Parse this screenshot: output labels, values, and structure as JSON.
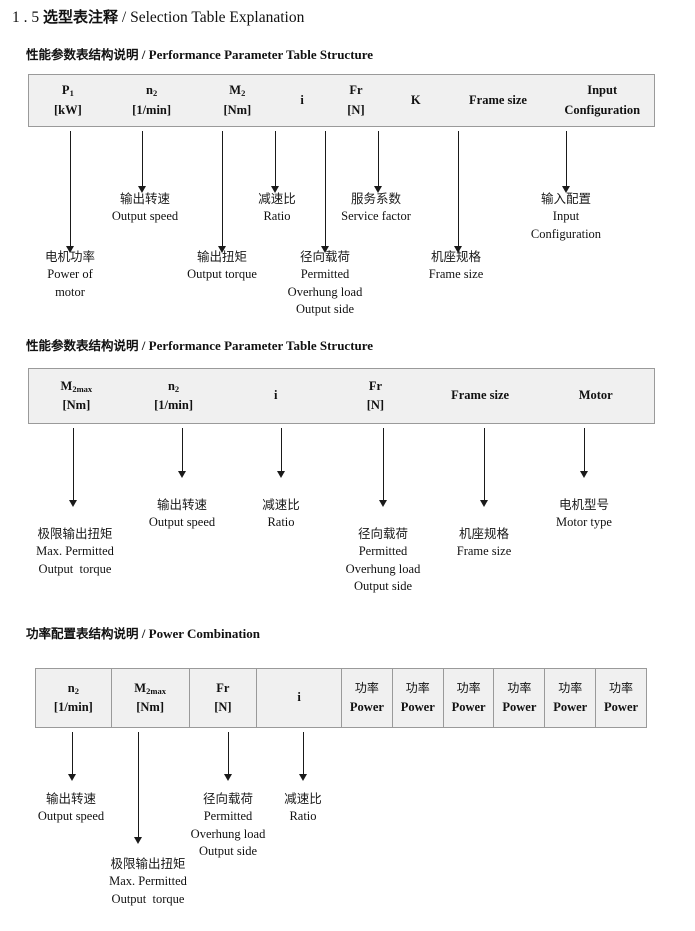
{
  "document": {
    "title_number": "1 . 5",
    "title_cn": "选型表注释",
    "title_sep": "/",
    "title_en": "Selection Table Explanation"
  },
  "sections": [
    {
      "heading_cn": "性能参数表结构说明",
      "heading_sep": "/",
      "heading_en": "Performance Parameter Table Structure",
      "table": {
        "divided": false,
        "columns": [
          {
            "symbol": "P",
            "sub": "1",
            "unit": "[kW]"
          },
          {
            "symbol": "n",
            "sub": "2",
            "unit": "[1/min]"
          },
          {
            "symbol": "M",
            "sub": "2",
            "unit": "[Nm]"
          },
          {
            "symbol": "i",
            "sub": "",
            "unit": ""
          },
          {
            "symbol": "Fr",
            "sub": "",
            "unit": "[N]"
          },
          {
            "symbol": "K",
            "sub": "",
            "unit": ""
          },
          {
            "symbol": "Frame size",
            "sub": "",
            "unit": ""
          },
          {
            "symbol": "Input",
            "sub": "",
            "unit": "Configuration"
          }
        ]
      },
      "notes": [
        {
          "cn": "电机功率",
          "en": [
            "Power of",
            "motor"
          ]
        },
        {
          "cn": "输出转速",
          "en": [
            "Output speed"
          ]
        },
        {
          "cn": "输出扭矩",
          "en": [
            "Output torque"
          ]
        },
        {
          "cn": "减速比",
          "en": [
            "Ratio"
          ]
        },
        {
          "cn": "径向载荷",
          "en": [
            "Permitted",
            "Overhung load",
            "Output side"
          ]
        },
        {
          "cn": "服务系数",
          "en": [
            "Service factor"
          ]
        },
        {
          "cn": "机座规格",
          "en": [
            "Frame size"
          ]
        },
        {
          "cn": "输入配置",
          "en": [
            "Input",
            "Configuration"
          ]
        }
      ]
    },
    {
      "heading_cn": "性能参数表结构说明",
      "heading_sep": "/",
      "heading_en": "Performance Parameter Table Structure",
      "table": {
        "divided": false,
        "columns": [
          {
            "symbol": "M",
            "sub": "2max",
            "unit": "[Nm]"
          },
          {
            "symbol": "n",
            "sub": "2",
            "unit": "[1/min]"
          },
          {
            "symbol": "i",
            "sub": "",
            "unit": ""
          },
          {
            "symbol": "Fr",
            "sub": "",
            "unit": "[N]"
          },
          {
            "symbol": "Frame size",
            "sub": "",
            "unit": ""
          },
          {
            "symbol": "Motor",
            "sub": "",
            "unit": ""
          }
        ]
      },
      "notes": [
        {
          "cn": "极限输出扭矩",
          "en": [
            "Max. Permitted",
            "Output  torque"
          ]
        },
        {
          "cn": "输出转速",
          "en": [
            "Output speed"
          ]
        },
        {
          "cn": "减速比",
          "en": [
            "Ratio"
          ]
        },
        {
          "cn": "径向载荷",
          "en": [
            "Permitted",
            "Overhung load",
            "Output side"
          ]
        },
        {
          "cn": "机座规格",
          "en": [
            "Frame size"
          ]
        },
        {
          "cn": "电机型号",
          "en": [
            "Motor type"
          ]
        }
      ]
    },
    {
      "heading_cn": "功率配置表结构说明",
      "heading_sep": "/",
      "heading_en": "Power Combination",
      "table": {
        "divided": true,
        "columns": [
          {
            "symbol": "n",
            "sub": "2",
            "unit": "[1/min]"
          },
          {
            "symbol": "M",
            "sub": "2max",
            "unit": "[Nm]"
          },
          {
            "symbol": "Fr",
            "sub": "",
            "unit": "[N]"
          },
          {
            "symbol": "i",
            "sub": "",
            "unit": ""
          },
          {
            "symbol_cn": "功率",
            "unit": "Power"
          },
          {
            "symbol_cn": "功率",
            "unit": "Power"
          },
          {
            "symbol_cn": "功率",
            "unit": "Power"
          },
          {
            "symbol_cn": "功率",
            "unit": "Power"
          },
          {
            "symbol_cn": "功率",
            "unit": "Power"
          },
          {
            "symbol_cn": "功率",
            "unit": "Power"
          }
        ]
      },
      "notes": [
        {
          "cn": "输出转速",
          "en": [
            "Output speed"
          ]
        },
        {
          "cn": "极限输出扭矩",
          "en": [
            "Max. Permitted",
            "Output  torque"
          ]
        },
        {
          "cn": "径向载荷",
          "en": [
            "Permitted",
            "Overhung load",
            "Output side"
          ]
        },
        {
          "cn": "减速比",
          "en": [
            "Ratio"
          ]
        }
      ]
    }
  ],
  "colors": {
    "table_fill": "#f0f0f0",
    "table_border": "#9a9a9a",
    "arrow": "#1a1a1a",
    "text": "#111111"
  }
}
